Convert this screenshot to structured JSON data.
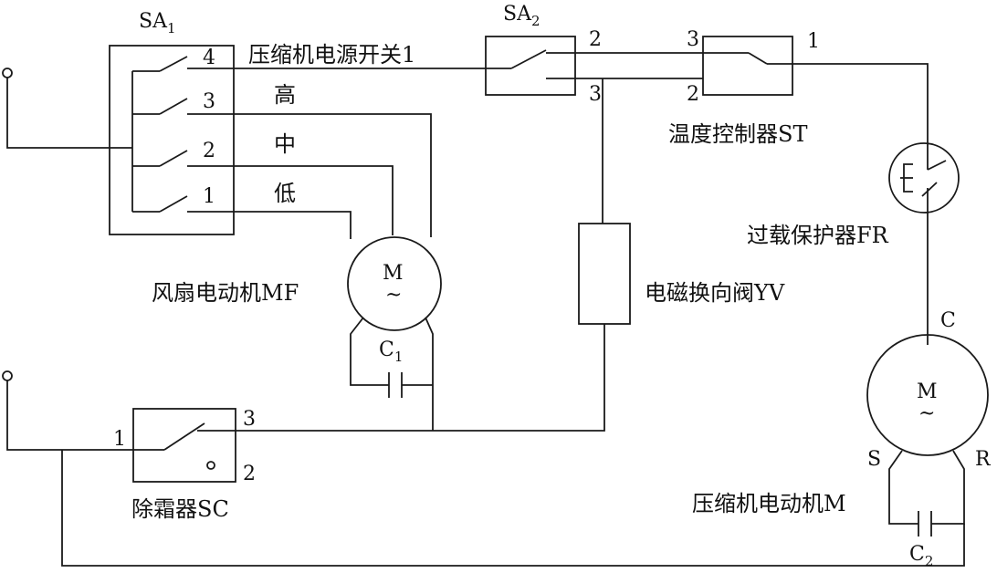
{
  "diagram": {
    "sa1": {
      "label": "SA",
      "sub": "1",
      "contacts": [
        "4",
        "3",
        "2",
        "1"
      ]
    },
    "fan_speeds": {
      "high": "高",
      "mid": "中",
      "low": "低"
    },
    "compressor_power_switch": "压缩机电源开关1",
    "sa2": {
      "label": "SA",
      "sub": "2",
      "t2": "2",
      "t3": "3"
    },
    "thermostat": {
      "label": "温度控制器ST",
      "t3": "3",
      "t2": "2",
      "t1": "1"
    },
    "overload": {
      "label": "过载保护器FR"
    },
    "solenoid": {
      "label": "电磁换向阀YV"
    },
    "fan_motor": {
      "label": "风扇电动机MF",
      "symbol": "M",
      "ac": "~"
    },
    "c1": {
      "label": "C",
      "sub": "1"
    },
    "defroster": {
      "label": "除霜器SC",
      "t1": "1",
      "t2": "2",
      "t3": "3"
    },
    "compressor_motor": {
      "label": "压缩机电动机M",
      "symbol": "M",
      "ac": "~",
      "c": "C",
      "s": "S",
      "r": "R"
    },
    "c2": {
      "label": "C",
      "sub": "2"
    }
  }
}
